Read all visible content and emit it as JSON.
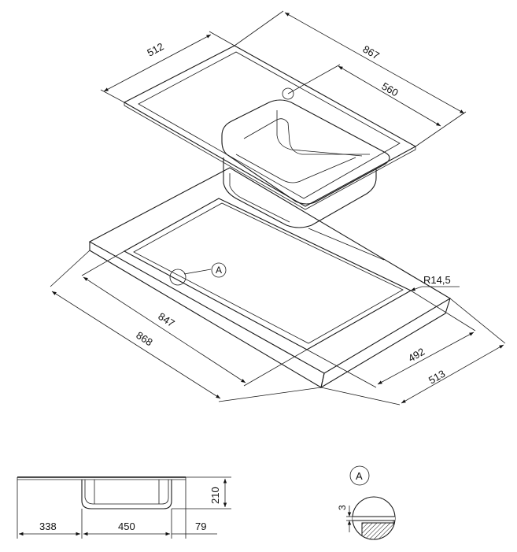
{
  "dimensions_top": {
    "width_top": "512",
    "length_top": "867",
    "bowl_offset": "560"
  },
  "dimensions_cutout": {
    "cut_length_inner": "847",
    "cut_length_outer": "868",
    "cut_width_inner": "492",
    "cut_width_outer": "513",
    "radius": "R14,5",
    "detail_marker": "A"
  },
  "dimensions_side": {
    "left": "338",
    "bowl": "450",
    "right": "79",
    "depth": "210"
  },
  "detail": {
    "label": "A",
    "thickness": "3"
  }
}
